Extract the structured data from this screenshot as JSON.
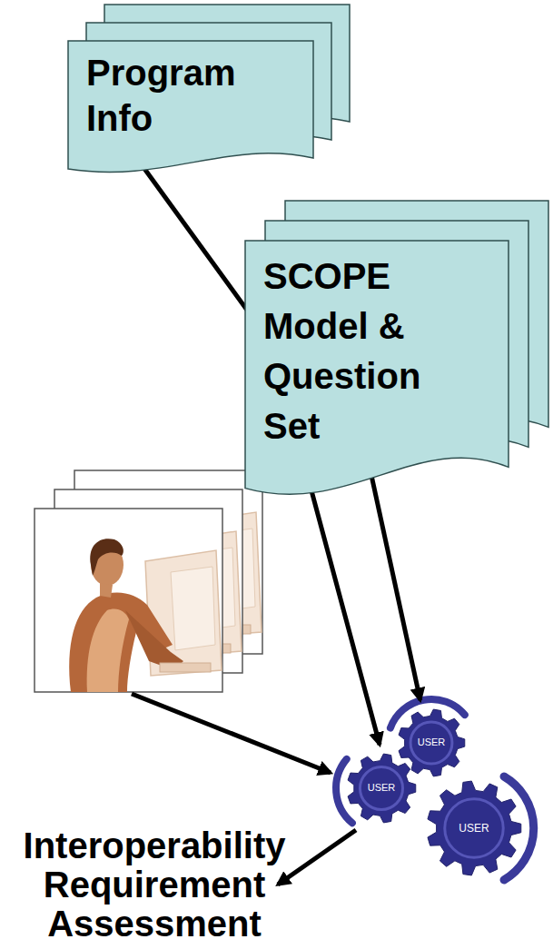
{
  "diagram": {
    "nodes": [
      {
        "text": [
          "Program Info"
        ]
      },
      {
        "text": [
          "SCOPE Model & Question Set"
        ]
      },
      {
        "text": [
          "USER"
        ]
      },
      {
        "text": [
          "USER"
        ]
      },
      {
        "text": [
          "USER"
        ]
      }
    ],
    "edges": [
      {
        "from": 0,
        "to": 3,
        "arrow": "to"
      },
      {
        "from": 1,
        "to": 2,
        "arrow": "to"
      }
    ],
    "labels": [
      "Interoperability Requirement Assessment"
    ]
  }
}
